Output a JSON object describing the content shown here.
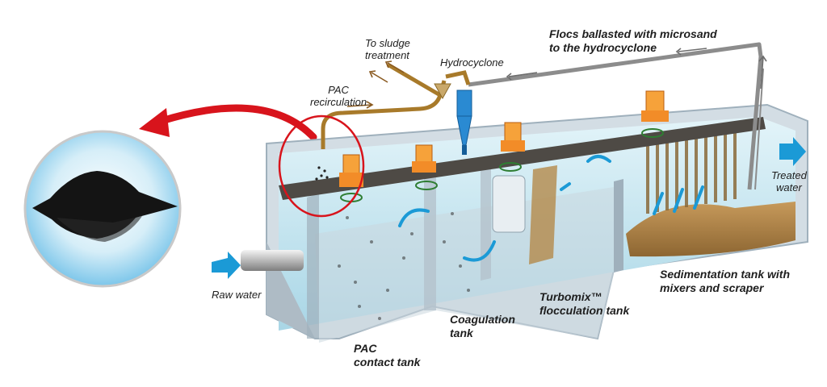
{
  "labels": {
    "to_sludge_treatment": "To sludge\ntreatment",
    "hydrocyclone": "Hydrocyclone",
    "flocs_ballasted": "Flocs ballasted with microsand\nto the hydrocyclone",
    "pac_recirculation": "PAC\nrecirculation",
    "treated_water": "Treated\nwater",
    "raw_water": "Raw water",
    "pac_contact_tank": "PAC\ncontact tank",
    "coagulation_tank": "Coagulation\ntank",
    "flocculation_tank": "Turbomix™\nflocculation tank",
    "sedimentation_tank": "Sedimentation tank with\nmixers and scraper"
  },
  "colors": {
    "red_arrow": "#d8141c",
    "blue_arrow": "#1b9ad6",
    "pipe_brown": "#a87a2a",
    "grey_pipe": "#8c8c8c",
    "water": "#bfe3ef",
    "tank_wall": "#c9d3db",
    "motor_orange": "#f28c28"
  },
  "icons": [
    "pac-sample-circle",
    "hydrocyclone-icon",
    "motor-icon",
    "mixer-icon",
    "scraper-icon"
  ]
}
